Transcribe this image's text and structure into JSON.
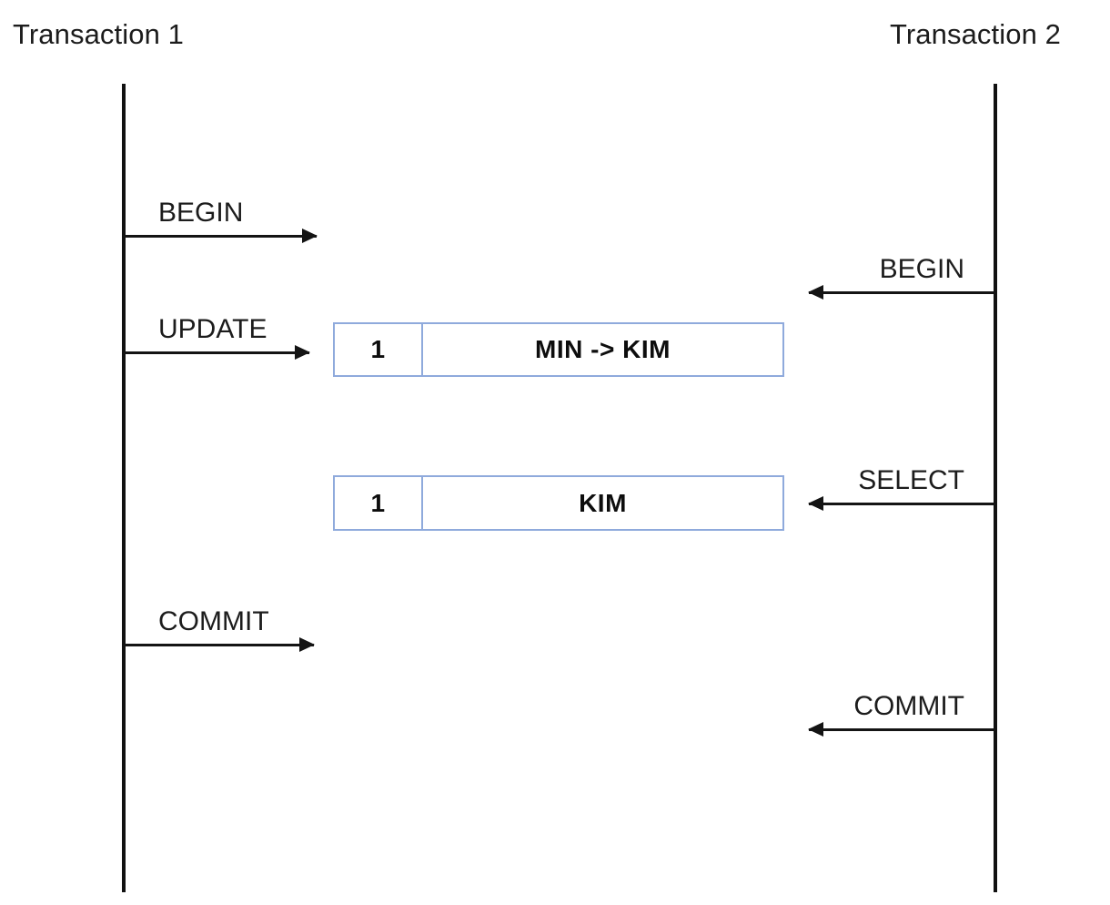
{
  "diagram": {
    "type": "sequence-diagram",
    "background_color": "#FFFFFF",
    "line_color": "#141414",
    "box_border_color": "#8FAADC"
  },
  "participants": {
    "left": "Transaction 1",
    "right": "Transaction 2"
  },
  "messages": [
    {
      "label": "BEGIN",
      "from": "left",
      "direction": "right"
    },
    {
      "label": "BEGIN",
      "from": "right",
      "direction": "left"
    },
    {
      "label": "UPDATE",
      "from": "left",
      "direction": "right"
    },
    {
      "label": "SELECT",
      "from": "right",
      "direction": "left"
    },
    {
      "label": "COMMIT",
      "from": "left",
      "direction": "right"
    },
    {
      "label": "COMMIT",
      "from": "right",
      "direction": "left"
    }
  ],
  "records": [
    {
      "id": "1",
      "value": "MIN -> KIM"
    },
    {
      "id": "1",
      "value": "KIM"
    }
  ]
}
